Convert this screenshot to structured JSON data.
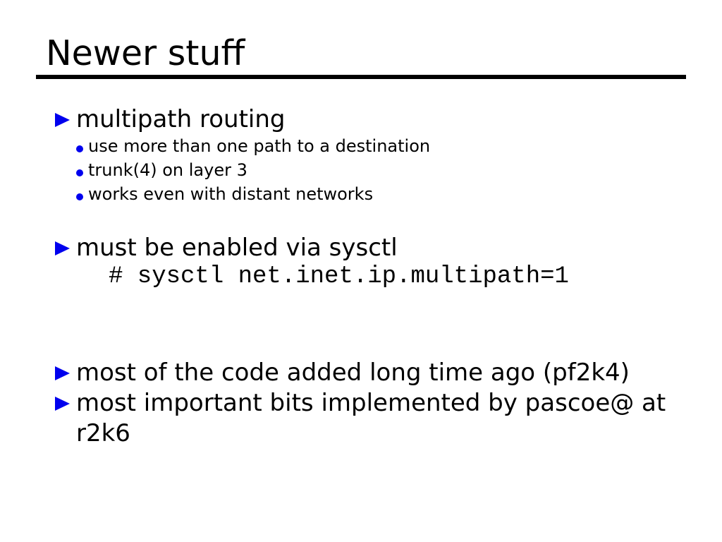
{
  "slide": {
    "title": "Newer stuff",
    "bullets": [
      {
        "label": "multipath routing",
        "subitems": [
          "use more than one path to a destination",
          "trunk(4) on layer 3",
          "works even with distant networks"
        ]
      },
      {
        "label": "must be enabled via sysctl",
        "code": "# sysctl net.inet.ip.multipath=1"
      },
      {
        "label": "most of the code added long time ago (pf2k4)"
      },
      {
        "label": "most important bits implemented by pascoe@ at r2k6"
      }
    ]
  },
  "colors": {
    "bullet": "#0000ee",
    "text": "#000000",
    "rule": "#000000",
    "background": "#ffffff"
  }
}
